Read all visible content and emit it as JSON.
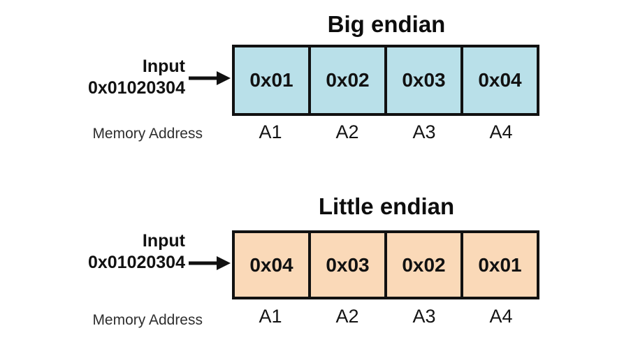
{
  "diagram": {
    "title_semantic": "endianness-byte-order-diagram",
    "colors": {
      "big_endian_fill": "#b9e0e9",
      "little_endian_fill": "#fad9b8",
      "border": "#111111",
      "text": "#111111",
      "caption_text": "#2e2e2e",
      "background": "#ffffff"
    },
    "sections": [
      {
        "key": "big",
        "title": "Big endian",
        "input_word": "Input",
        "input_value": "0x01020304",
        "memory_label": "Memory Address",
        "arrow": "right-arrow-icon",
        "fill": "#b9e0e9",
        "bytes": [
          "0x01",
          "0x02",
          "0x03",
          "0x04"
        ],
        "addresses": [
          "A1",
          "A2",
          "A3",
          "A4"
        ]
      },
      {
        "key": "little",
        "title": "Little endian",
        "input_word": "Input",
        "input_value": "0x01020304",
        "memory_label": "Memory Address",
        "arrow": "right-arrow-icon",
        "fill": "#fad9b8",
        "bytes": [
          "0x04",
          "0x03",
          "0x02",
          "0x01"
        ],
        "addresses": [
          "A1",
          "A2",
          "A3",
          "A4"
        ]
      }
    ]
  }
}
